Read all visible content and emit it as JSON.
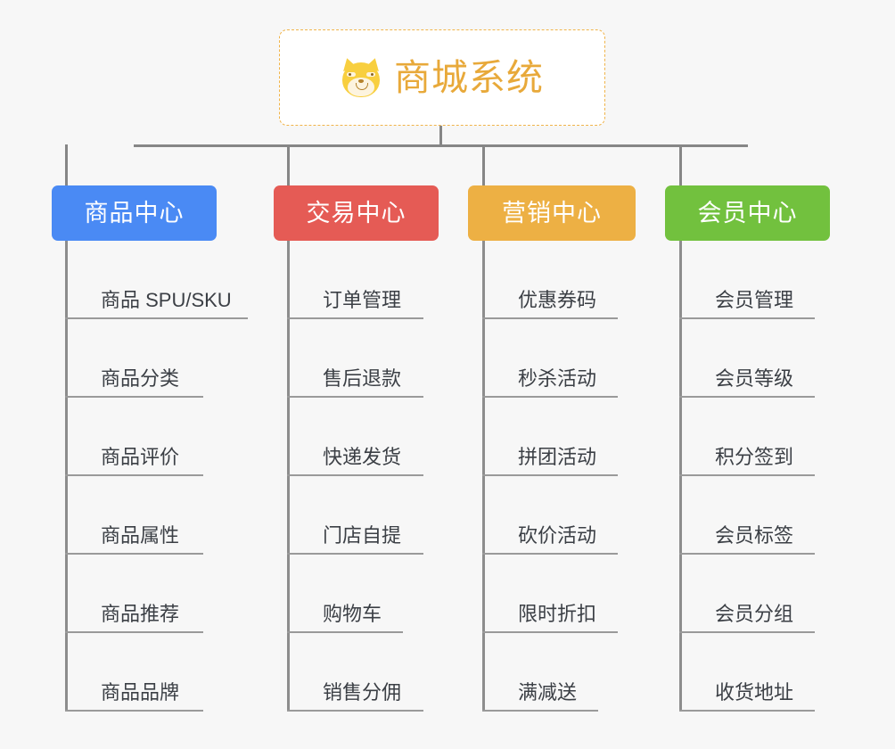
{
  "diagram": {
    "type": "mindmap-org-chart",
    "background_color": "#f7f7f7",
    "root": {
      "title": "商城系统",
      "icon": "shiba-dog-face",
      "text_color": "#e8a93a",
      "border_color": "#f0b44a",
      "fill_color": "#ffffff"
    },
    "connector_color": "#868686",
    "branches": [
      {
        "label": "商品中心",
        "color": "#4a8af4",
        "leaves": [
          "商品 SPU/SKU",
          "商品分类",
          "商品评价",
          "商品属性",
          "商品推荐",
          "商品品牌"
        ]
      },
      {
        "label": "交易中心",
        "color": "#e55b55",
        "leaves": [
          "订单管理",
          "售后退款",
          "快递发货",
          "门店自提",
          "购物车",
          "销售分佣"
        ]
      },
      {
        "label": "营销中心",
        "color": "#edb044",
        "leaves": [
          "优惠券码",
          "秒杀活动",
          "拼团活动",
          "砍价活动",
          "限时折扣",
          "满减送"
        ]
      },
      {
        "label": "会员中心",
        "color": "#72c13e",
        "leaves": [
          "会员管理",
          "会员等级",
          "积分签到",
          "会员标签",
          "会员分组",
          "收货地址"
        ]
      }
    ]
  }
}
